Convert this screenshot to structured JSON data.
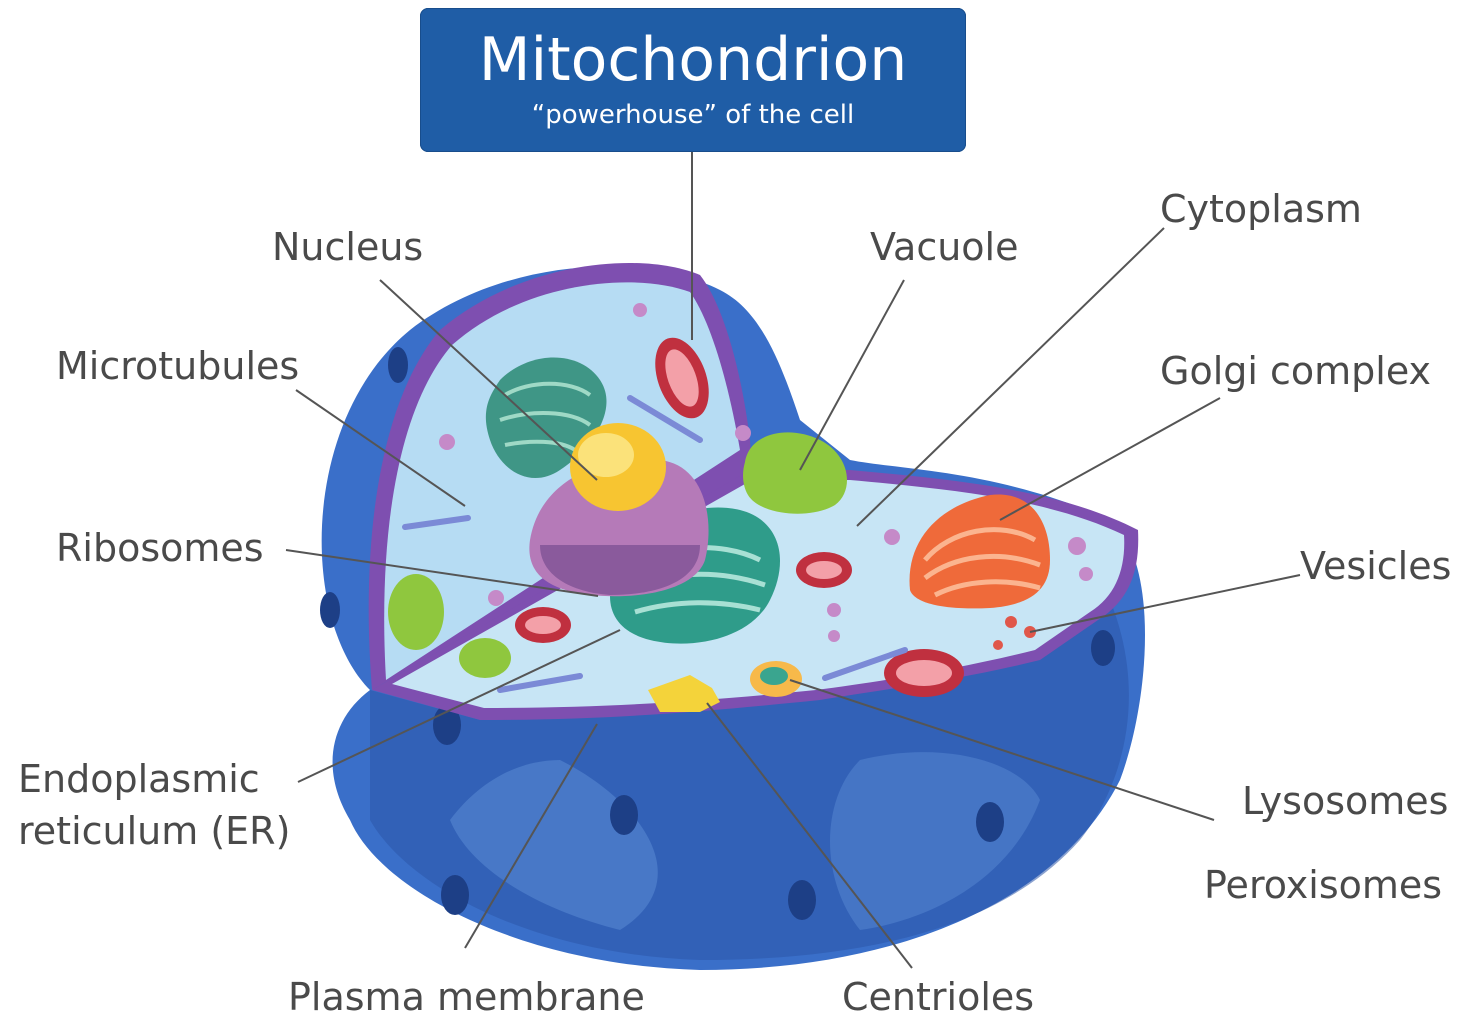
{
  "title": {
    "main": "Mitochondrion",
    "subtitle": "“powerhouse” of the cell"
  },
  "labels": {
    "nucleus": "Nucleus",
    "microtubules": "Microtubules",
    "ribosomes": "Ribosomes",
    "er_line1": "Endoplasmic",
    "er_line2": "reticulum (ER)",
    "plasma_membrane": "Plasma membrane",
    "centrioles": "Centrioles",
    "vacuole": "Vacuole",
    "cytoplasm": "Cytoplasm",
    "golgi": "Golgi complex",
    "vesicles": "Vesicles",
    "lysosomes": "Lysosomes",
    "peroxisomes": "Peroxisomes"
  },
  "colors": {
    "title_bg": "#1f5da6",
    "cell_outer": "#3a6fc9",
    "cell_dark": "#2c55a8",
    "membrane_purple": "#7e4fb0",
    "cytoplasm": "#c7e5f5",
    "nucleus_yellow": "#f7c531",
    "er_green": "#2f9c8a",
    "mito_red": "#c0303f",
    "vacuole_green": "#8fc73e",
    "golgi_orange": "#ef6a3a",
    "leader_line": "#555555"
  }
}
